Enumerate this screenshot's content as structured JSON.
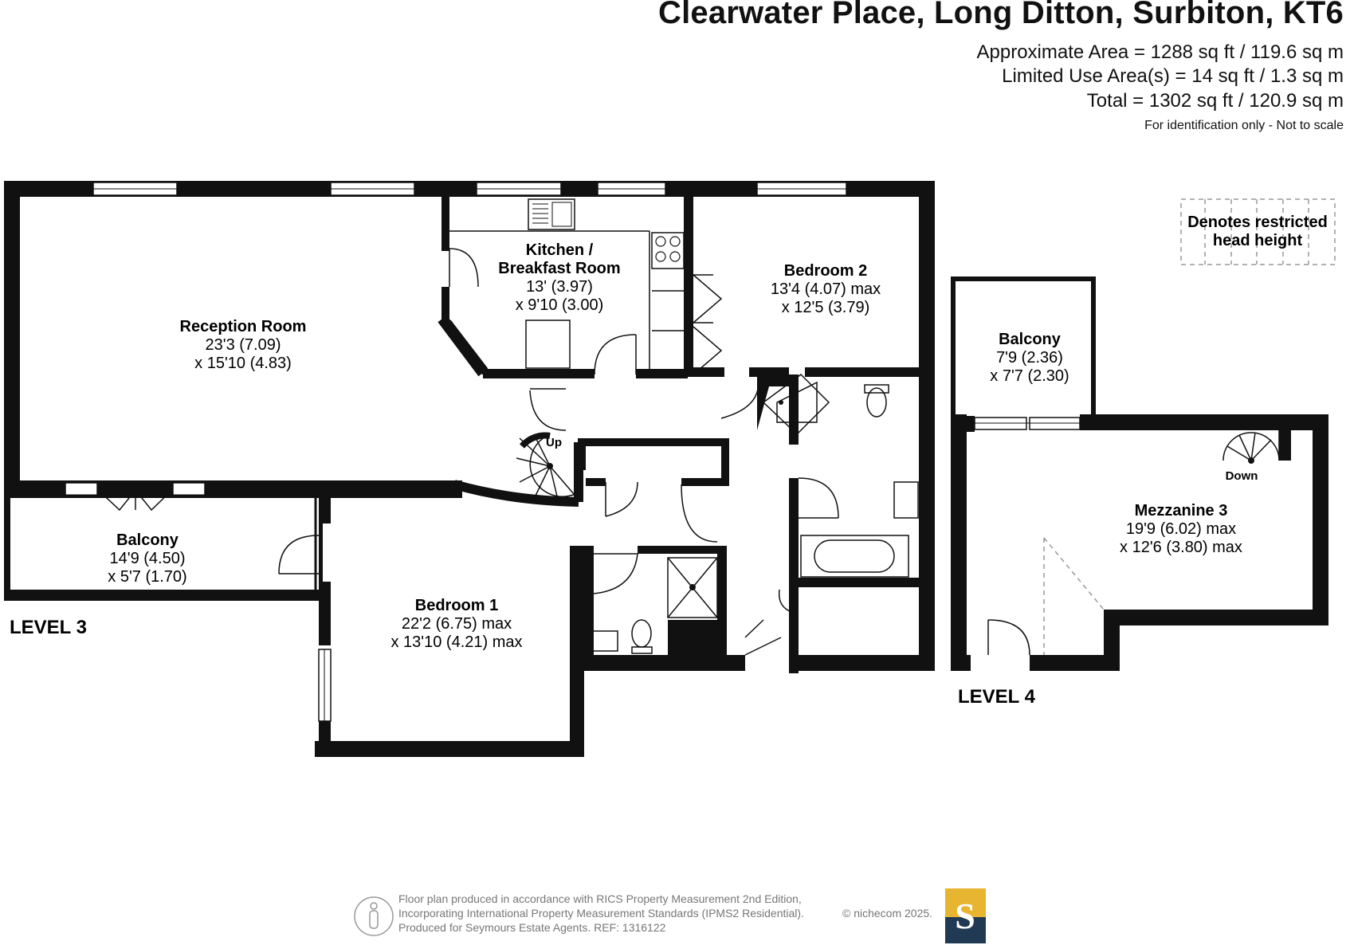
{
  "header": {
    "title": "Clearwater Place, Long Ditton, Surbiton, KT6",
    "area_lines": [
      "Approximate Area = 1288 sq ft / 119.6 sq m",
      "Limited Use Area(s) = 14 sq ft / 1.3 sq m",
      "Total = 1302 sq ft / 120.9 sq m"
    ],
    "note": "For identification only - Not to scale"
  },
  "legend": {
    "line1": "Denotes restricted",
    "line2": "head height"
  },
  "levels": {
    "level3": "LEVEL 3",
    "level4": "LEVEL 4"
  },
  "rooms": {
    "reception": {
      "name": "Reception Room",
      "dim1": "23'3 (7.09)",
      "dim2": "x 15'10 (4.83)"
    },
    "kitchen": {
      "name1": "Kitchen /",
      "name2": "Breakfast Room",
      "dim1": "13' (3.97)",
      "dim2": "x 9'10 (3.00)"
    },
    "bedroom2": {
      "name": "Bedroom 2",
      "dim1": "13'4 (4.07) max",
      "dim2": "x 12'5 (3.79)"
    },
    "balcony3": {
      "name": "Balcony",
      "dim1": "14'9 (4.50)",
      "dim2": "x 5'7 (1.70)"
    },
    "bedroom1": {
      "name": "Bedroom 1",
      "dim1": "22'2 (6.75) max",
      "dim2": "x 13'10 (4.21) max"
    },
    "balcony4": {
      "name": "Balcony",
      "dim1": "7'9 (2.36)",
      "dim2": "x 7'7 (2.30)"
    },
    "mezzanine": {
      "name": "Mezzanine 3",
      "dim1": "19'9 (6.02) max",
      "dim2": "x 12'6 (3.80) max"
    }
  },
  "stairs": {
    "up": "Up",
    "down": "Down"
  },
  "footer": {
    "line1": "Floor plan produced in accordance with RICS Property Measurement 2nd Edition,",
    "line2": "Incorporating International Property Measurement Standards (IPMS2 Residential).",
    "line3": "Produced for Seymours Estate Agents.   REF: 1316122",
    "copyright": "© nichecom 2025.",
    "logo_letter": "S"
  },
  "colors": {
    "wall": "#111111",
    "logo_top": "#e7b530",
    "logo_bottom": "#1f3a52",
    "footer_text": "#777777"
  }
}
